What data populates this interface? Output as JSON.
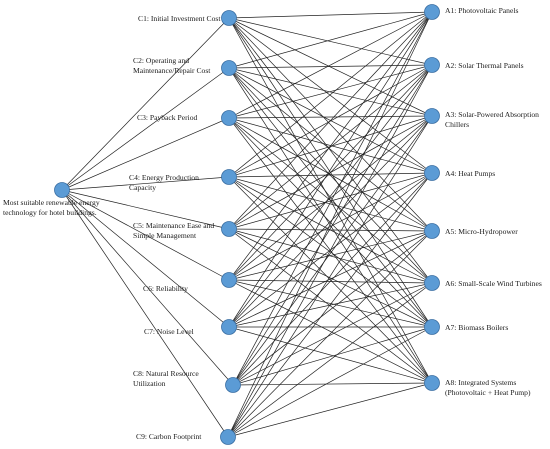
{
  "goal": {
    "label": "Most suitable renewable energy\ntechnology for hotel buildings."
  },
  "criteria": [
    {
      "id": "C1",
      "label": "C1: Initial Investment Cost"
    },
    {
      "id": "C2",
      "label": "C2: Operating and\nMaintenance/Repair Cost"
    },
    {
      "id": "C3",
      "label": "C3: Payback Period"
    },
    {
      "id": "C4",
      "label": "C4: Energy Production\nCapacity"
    },
    {
      "id": "C5",
      "label": "C5: Maintenance Ease and\nSimple Management"
    },
    {
      "id": "C6",
      "label": "C6: Reliability"
    },
    {
      "id": "C7",
      "label": "C7: Noise Level"
    },
    {
      "id": "C8",
      "label": "C8: Natural Resource\nUtilization"
    },
    {
      "id": "C9",
      "label": "C9: Carbon Footprint"
    }
  ],
  "alternatives": [
    {
      "id": "A1",
      "label": "A1: Photovoltaic Panels"
    },
    {
      "id": "A2",
      "label": "A2: Solar Thermal Panels"
    },
    {
      "id": "A3",
      "label": "A3: Solar-Powered Absorption\nChillers"
    },
    {
      "id": "A4",
      "label": "A4: Heat Pumps"
    },
    {
      "id": "A5",
      "label": "A5: Micro-Hydropower"
    },
    {
      "id": "A6",
      "label": "A6: Small-Scale Wind Turbines"
    },
    {
      "id": "A7",
      "label": "A7: Biomass Boilers"
    },
    {
      "id": "A8",
      "label": "A8: Integrated Systems\n(Photovoltaic + Heat Pump)"
    }
  ],
  "colors": {
    "node_fill": "#5b9bd5",
    "node_stroke": "#3b6fa3",
    "edge": "#222222"
  }
}
